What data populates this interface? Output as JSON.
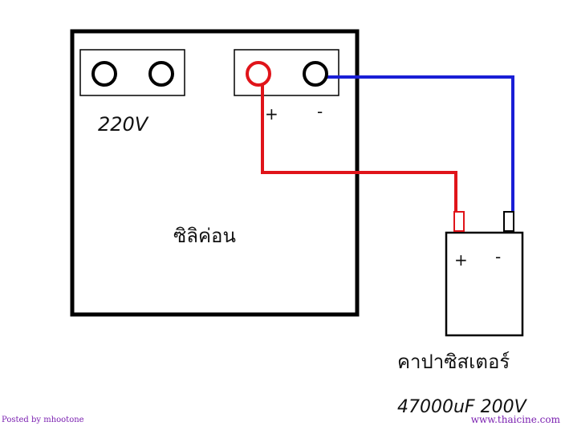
{
  "diagram": {
    "labels": {
      "ac_input": "220V",
      "supply_plus": "+",
      "supply_minus": "-",
      "supply_name": "ซิลิค่อน",
      "cap_plus": "+",
      "cap_minus": "-",
      "cap_name": "คาปาซิสเตอร์",
      "cap_rating": "47000uF 200V"
    },
    "colors": {
      "outline": "#000000",
      "positive_wire": "#e0141a",
      "negative_wire": "#1a1fd6"
    }
  },
  "footer": {
    "posted_by": "Posted by mhootone",
    "site": "www.thaicine.com"
  }
}
